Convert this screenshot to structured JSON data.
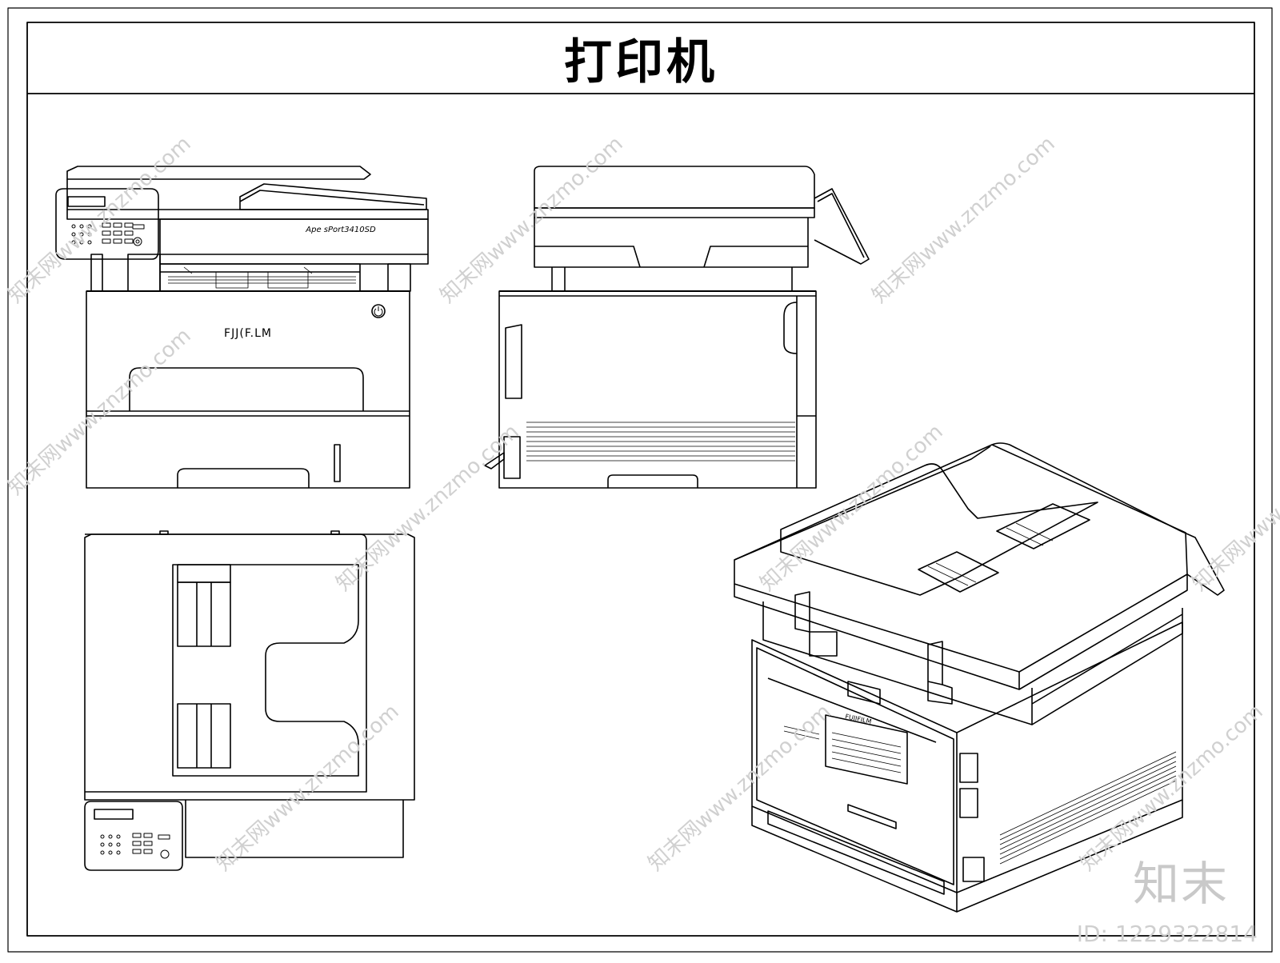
{
  "title": "打印机",
  "front_view": {
    "model_text": "Ape sPort3410SD",
    "brand_text": "FJJ(F.LM"
  },
  "iso_view": {
    "brand_text": "FUJIFILM"
  },
  "watermark": {
    "text": "知末网www.znzmo.com",
    "logo": "知末",
    "id": "ID: 1229322814"
  },
  "colors": {
    "line": "#000000",
    "watermark": "#d0d0d0"
  }
}
